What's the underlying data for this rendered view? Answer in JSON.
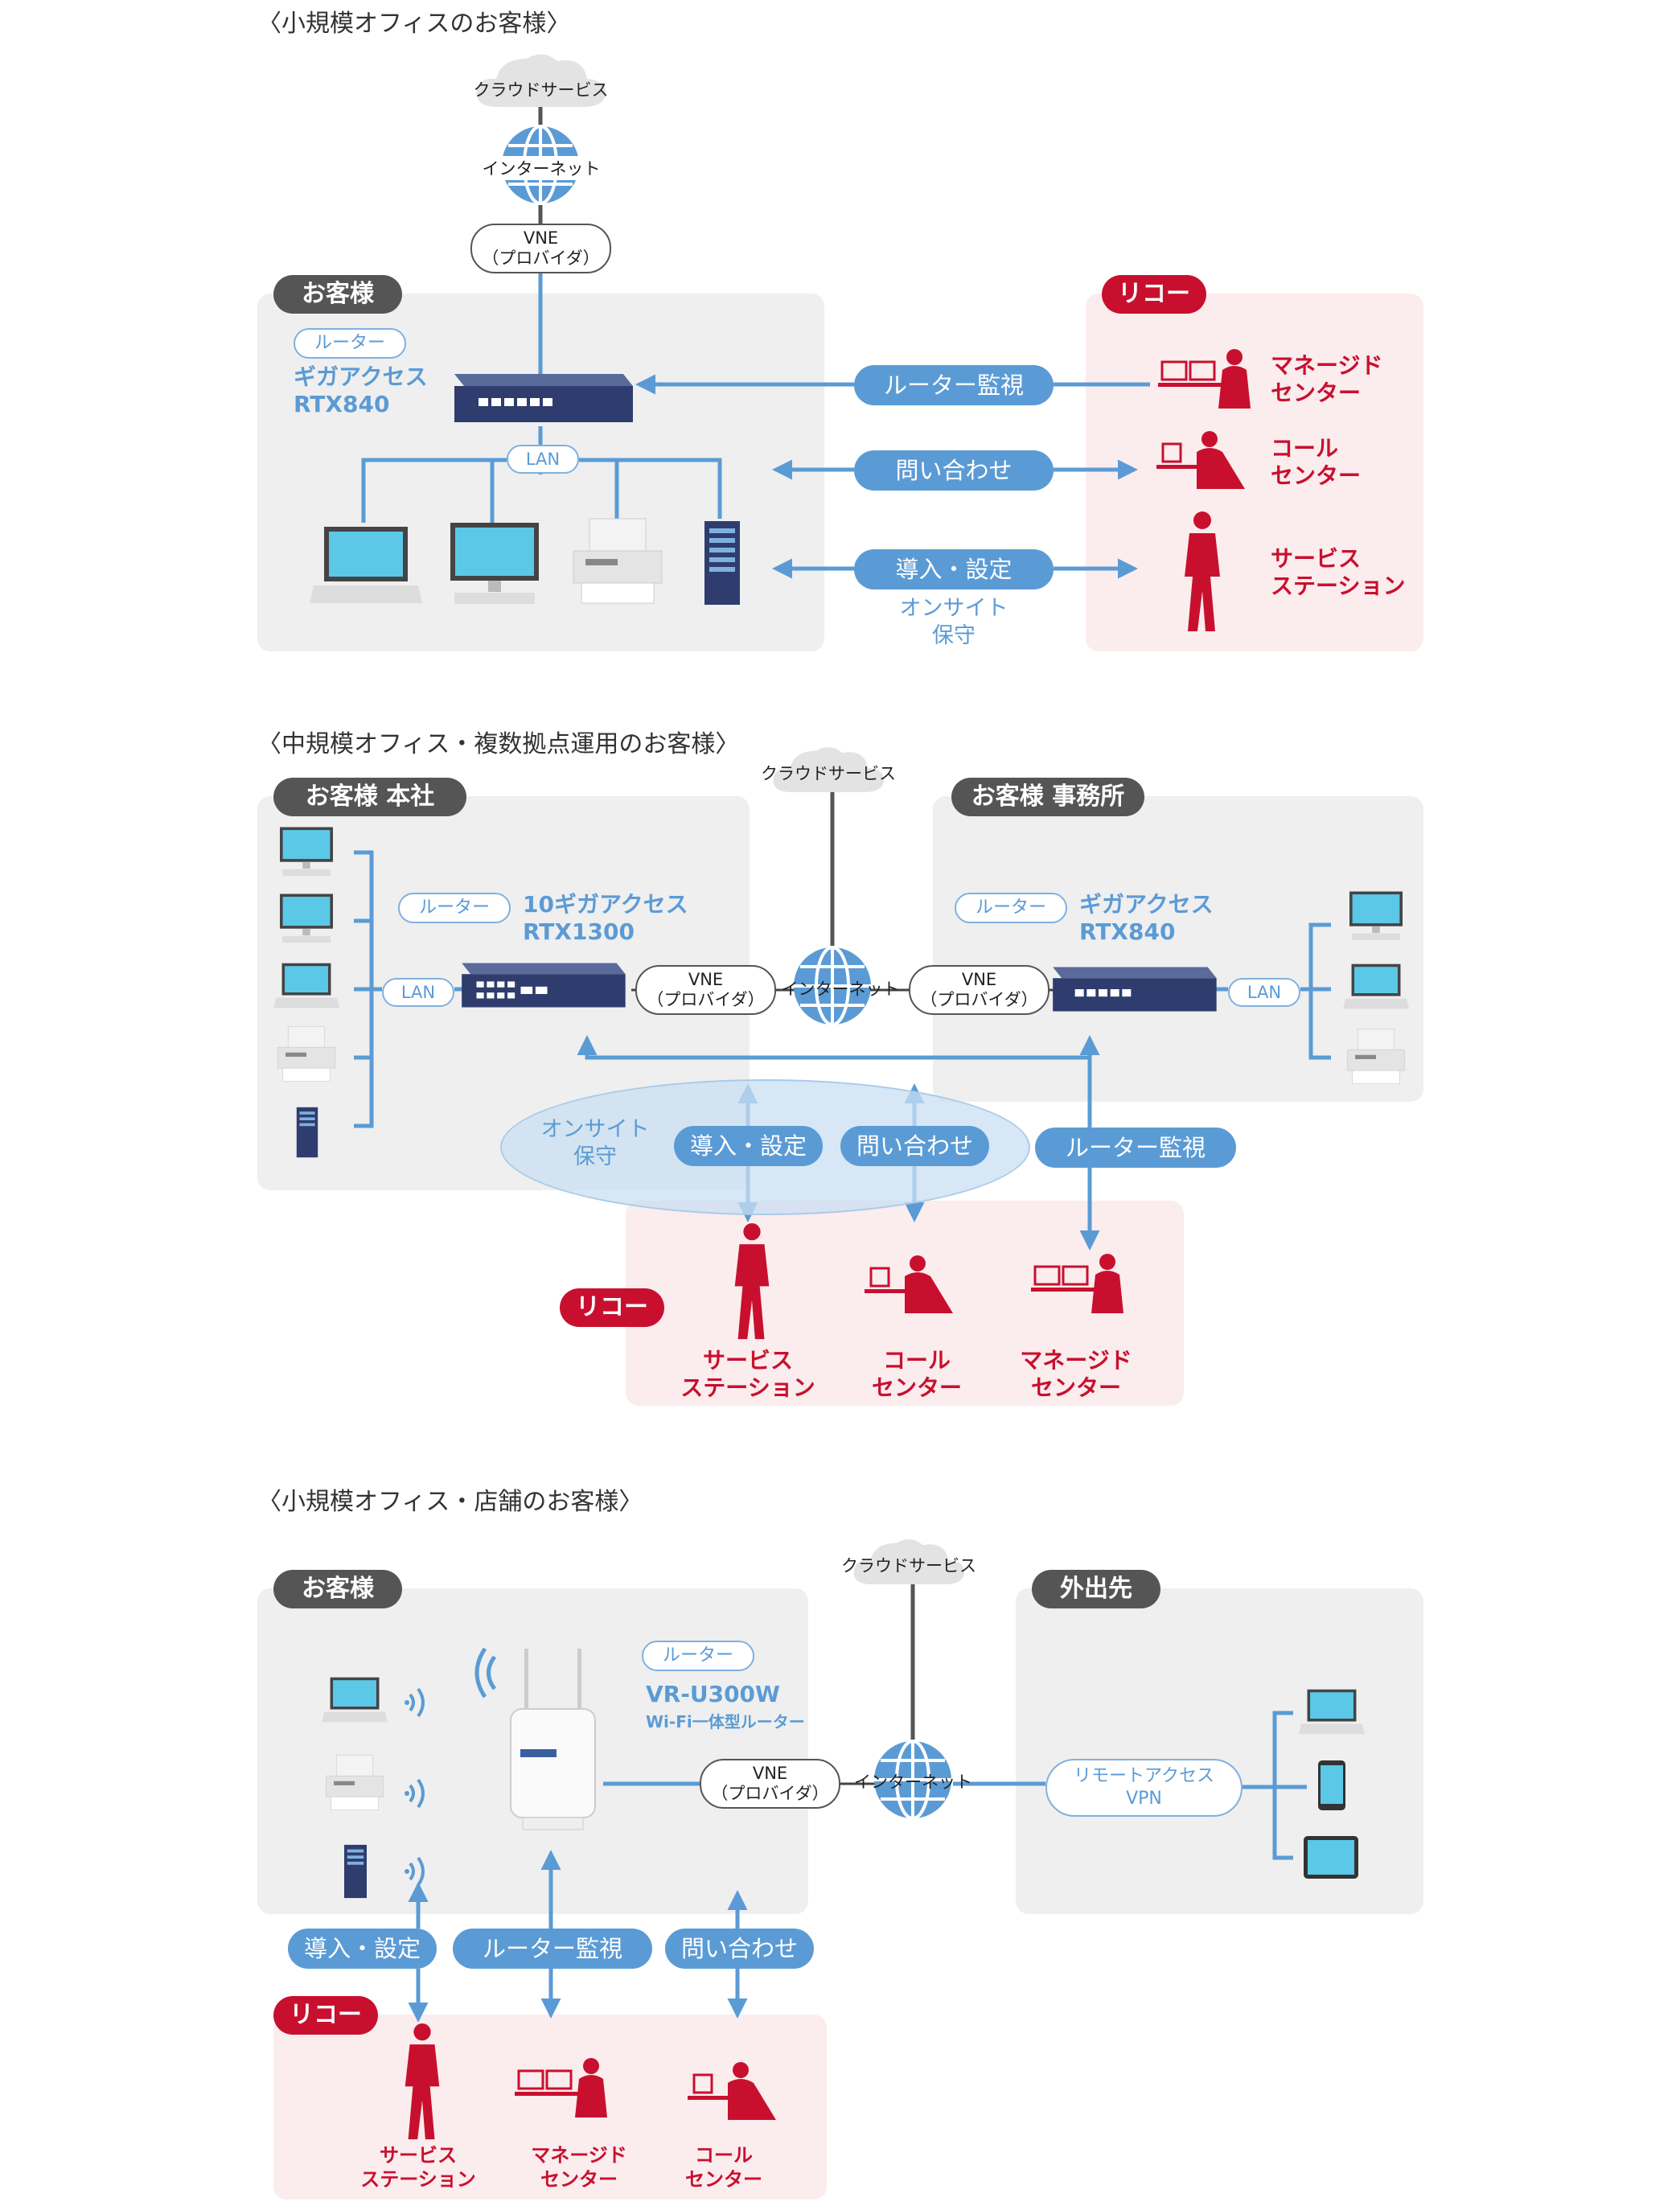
{
  "sections": [
    {
      "heading": "〈小規模オフィスのお客様〉"
    },
    {
      "heading": "〈中規模オフィス・複数拠点運用のお客様〉"
    },
    {
      "heading": "〈小規模オフィス・店舗のお客様〉"
    }
  ],
  "common": {
    "cloud": "クラウドサービス",
    "internet": "インターネット",
    "vne_line1": "VNE",
    "vne_line2": "（プロバイダ）",
    "router_tag": "ルーター",
    "lan": "LAN",
    "ricoh": "リコー",
    "router_monitoring": "ルーター監視",
    "inquiry": "問い合わせ",
    "install_setup": "導入・設定",
    "onsite_line1": "オンサイト",
    "onsite_line2": "保守",
    "managed_line1": "マネージド",
    "managed_line2": "センター",
    "call_line1": "コール",
    "call_line2": "センター",
    "service_line1": "サービス",
    "service_line2": "ステーション"
  },
  "s1": {
    "customer": "お客様",
    "product_line1": "ギガアクセス",
    "product_line2": "RTX840"
  },
  "s2": {
    "hq": "お客様 本社",
    "office": "お客様 事務所",
    "hq_product_line1": "10ギガアクセス",
    "hq_product_line2": "RTX1300",
    "office_product_line1": "ギガアクセス",
    "office_product_line2": "RTX840"
  },
  "s3": {
    "customer": "お客様",
    "outside": "外出先",
    "product_line1": "VR-U300W",
    "product_line2": "Wi-Fi一体型ルーター",
    "remote_line1": "リモートアクセス",
    "remote_line2": "VPN"
  },
  "colors": {
    "blue": "#5b9bd5",
    "red": "#c8102e",
    "dark_tag": "#555555",
    "gray_panel": "#efefef",
    "pink_panel": "#fbecee"
  }
}
